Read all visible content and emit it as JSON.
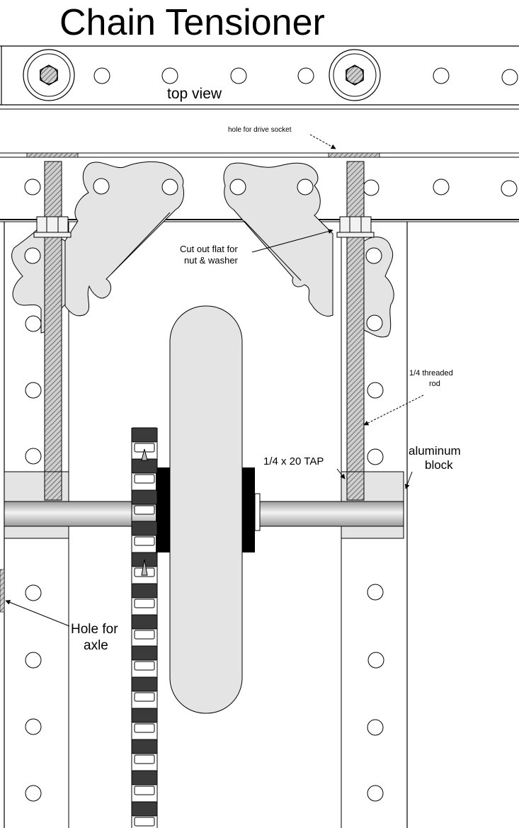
{
  "title": "Chain Tensioner",
  "labels": {
    "top_view": "top view",
    "drive_socket": "hole for drive socket",
    "cut_out_line1": "Cut out flat for",
    "cut_out_line2": "nut & washer",
    "threaded_rod_line1": "1/4 threaded",
    "threaded_rod_line2": "rod",
    "tap": "1/4 x 20 TAP",
    "aluminum_line1": "aluminum",
    "aluminum_line2": "block",
    "axle_line1": "Hole for",
    "axle_line2": "axle"
  },
  "colors": {
    "line": "#000000",
    "part_fill": "#e4e4e4",
    "rod_fill": "#bdbdbd",
    "chain_dark": "#3a3a3a",
    "hub": "#000000"
  }
}
